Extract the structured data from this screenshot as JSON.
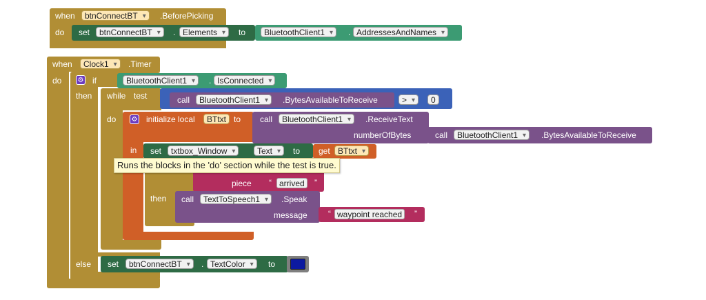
{
  "colors": {
    "control": "#b18e35",
    "event": "#b18e35",
    "set": "#2e6b45",
    "component": "#3c9b73",
    "procedure": "#7a528a",
    "math": "#3b62b8",
    "local": "#d05f27",
    "text": "#b32d5e",
    "notch": "#e8d89c",
    "color_navy": "#0c1aa0"
  },
  "block1": {
    "when": "when",
    "component": "btnConnectBT",
    "event": ".BeforePicking",
    "do": "do",
    "set": "set",
    "target": "btnConnectBT",
    "dot": ".",
    "property": "Elements",
    "to": "to",
    "source": "BluetoothClient1",
    "source_property": "AddressesAndNames"
  },
  "block2": {
    "when": "when",
    "component": "Clock1",
    "event": ".Timer",
    "do": "do",
    "if": "if",
    "then": "then",
    "else": "else",
    "cond_component": "BluetoothClient1",
    "dot": ".",
    "cond_property": "IsConnected",
    "while": "while",
    "test": "test",
    "call": "call",
    "bytes_component": "BluetoothClient1",
    "bytes_method": ".BytesAvailableToReceive",
    "compare_op": ">",
    "compare_value": "0",
    "while_do": "do",
    "initialize_local": "initialize local",
    "local_name": "BTtxt",
    "local_to": "to",
    "receive_call": "call",
    "receive_component": "BluetoothClient1",
    "receive_method": ".ReceiveText",
    "number_of_bytes": "numberOfBytes",
    "nob_call": "call",
    "nob_component": "BluetoothClient1",
    "nob_method": ".BytesAvailableToReceive",
    "in": "in",
    "set": "set",
    "set_component": "txtbox_Window",
    "set_property": "Text",
    "set_to": "to",
    "get": "get",
    "get_var": "BTtxt",
    "piece": "piece",
    "piece_text": "arrived",
    "inner_then": "then",
    "speak_call": "call",
    "speak_component": "TextToSpeech1",
    "speak_method": ".Speak",
    "message": "message",
    "message_text": "waypoint reached",
    "else_set": "set",
    "else_component": "btnConnectBT",
    "else_property": "TextColor",
    "else_to": "to",
    "open_quote": "“",
    "close_quote": "”"
  },
  "tooltip": "Runs the blocks in the 'do' section while the test is true."
}
